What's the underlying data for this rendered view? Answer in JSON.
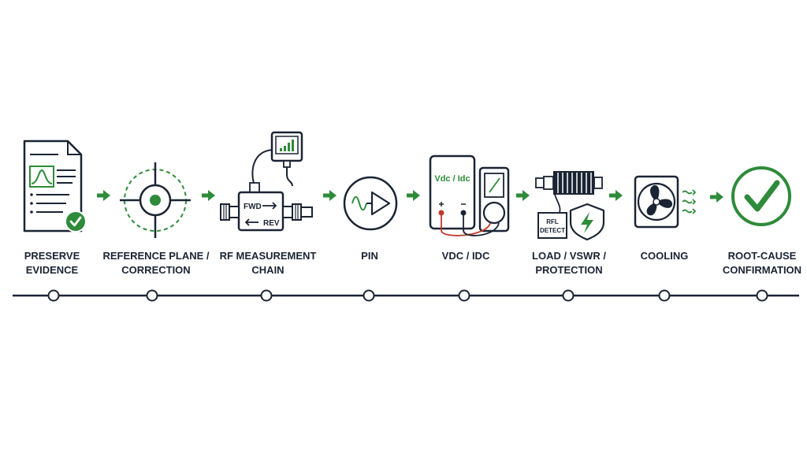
{
  "colors": {
    "dark": "#1a2433",
    "green": "#2e8b3a",
    "red": "#c0392b"
  },
  "stages": [
    {
      "line1": "PRESERVE",
      "line2": "EVIDENCE",
      "icon": "document-check-icon"
    },
    {
      "line1": "REFERENCE PLANE /",
      "line2": "CORRECTION",
      "icon": "crosshair-target-icon"
    },
    {
      "line1": "RF MEASUREMENT",
      "line2": "CHAIN",
      "icon": "directional-coupler-icon"
    },
    {
      "line1": "PIN",
      "line2": "",
      "icon": "amplifier-icon"
    },
    {
      "line1": "VDC / IDC",
      "line2": "",
      "icon": "power-meter-icon"
    },
    {
      "line1": "LOAD / VSWR /",
      "line2": "PROTECTION",
      "icon": "load-shield-icon"
    },
    {
      "line1": "COOLING",
      "line2": "",
      "icon": "fan-icon"
    },
    {
      "line1": "ROOT-CAUSE",
      "line2": "CONFIRMATION",
      "icon": "check-circle-icon"
    }
  ],
  "icon_text": {
    "coupler_fwd": "FWD",
    "coupler_rev": "REV",
    "meter_label": "Vdc / Idc",
    "detect_line1": "RFL",
    "detect_line2": "DETECT"
  }
}
